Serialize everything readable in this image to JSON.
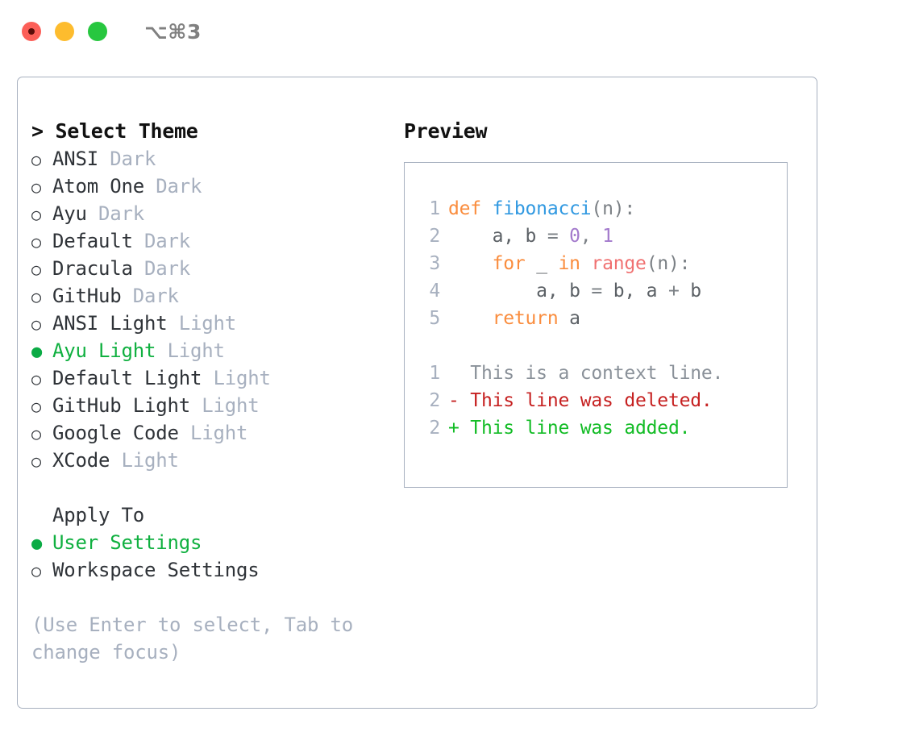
{
  "titlebar": {
    "dots": [
      "close-red",
      "minimize-yellow",
      "maximize-green"
    ],
    "shortcut": "⌥⌘3"
  },
  "theme_picker": {
    "heading": "> Select Theme",
    "items": [
      {
        "marker": "○",
        "name": "ANSI",
        "variant": "Dark",
        "selected": false
      },
      {
        "marker": "○",
        "name": "Atom One",
        "variant": "Dark",
        "selected": false
      },
      {
        "marker": "○",
        "name": "Ayu",
        "variant": "Dark",
        "selected": false
      },
      {
        "marker": "○",
        "name": "Default",
        "variant": "Dark",
        "selected": false
      },
      {
        "marker": "○",
        "name": "Dracula",
        "variant": "Dark",
        "selected": false
      },
      {
        "marker": "○",
        "name": "GitHub",
        "variant": "Dark",
        "selected": false
      },
      {
        "marker": "○",
        "name": "ANSI Light",
        "variant": "Light",
        "selected": false
      },
      {
        "marker": "●",
        "name": "Ayu Light",
        "variant": "Light",
        "selected": true
      },
      {
        "marker": "○",
        "name": "Default Light",
        "variant": "Light",
        "selected": false
      },
      {
        "marker": "○",
        "name": "GitHub Light",
        "variant": "Light",
        "selected": false
      },
      {
        "marker": "○",
        "name": "Google Code",
        "variant": "Light",
        "selected": false
      },
      {
        "marker": "○",
        "name": "XCode",
        "variant": "Light",
        "selected": false
      }
    ]
  },
  "apply_to": {
    "heading": "Apply To",
    "items": [
      {
        "marker": "●",
        "name": "User Settings",
        "selected": true
      },
      {
        "marker": "○",
        "name": "Workspace Settings",
        "selected": false
      }
    ]
  },
  "hint": "(Use Enter to select, Tab to change focus)",
  "preview": {
    "title": "Preview",
    "code_lines": [
      {
        "number": "1",
        "tokens": [
          {
            "text": "def ",
            "type": "kw"
          },
          {
            "text": "fibonacci",
            "type": "fn"
          },
          {
            "text": "(n):",
            "type": "pun"
          }
        ]
      },
      {
        "number": "2",
        "tokens": [
          {
            "text": "    a, b ",
            "type": "var"
          },
          {
            "text": "= ",
            "type": "pun"
          },
          {
            "text": "0",
            "type": "num"
          },
          {
            "text": ", ",
            "type": "pun"
          },
          {
            "text": "1",
            "type": "num"
          }
        ]
      },
      {
        "number": "3",
        "tokens": [
          {
            "text": "    ",
            "type": "var"
          },
          {
            "text": "for ",
            "type": "kw"
          },
          {
            "text": "_ ",
            "type": "var"
          },
          {
            "text": "in ",
            "type": "kw"
          },
          {
            "text": "range",
            "type": "bi"
          },
          {
            "text": "(n):",
            "type": "pun"
          }
        ]
      },
      {
        "number": "4",
        "tokens": [
          {
            "text": "        a, b ",
            "type": "var"
          },
          {
            "text": "= ",
            "type": "pun"
          },
          {
            "text": "b, a ",
            "type": "var"
          },
          {
            "text": "+ ",
            "type": "pun"
          },
          {
            "text": "b",
            "type": "var"
          }
        ]
      },
      {
        "number": "5",
        "tokens": [
          {
            "text": "    ",
            "type": "var"
          },
          {
            "text": "return ",
            "type": "kw"
          },
          {
            "text": "a",
            "type": "var"
          }
        ]
      }
    ],
    "diff_lines": [
      {
        "number": "1",
        "text": "  This is a context line.",
        "type": "ctx"
      },
      {
        "number": "2",
        "text": "- This line was deleted.",
        "type": "del"
      },
      {
        "number": "2",
        "text": "+ This line was added.",
        "type": "add"
      }
    ]
  },
  "colors": {
    "accent_green": "#10b040",
    "muted_gray": "#a7b0bf",
    "keyword_orange": "#fa8d3e",
    "function_blue": "#3199e1",
    "number_purple": "#a37acc",
    "builtin_red": "#f07171",
    "diff_delete": "#c62121",
    "diff_add": "#12bc25",
    "border": "#a7b0bf"
  }
}
